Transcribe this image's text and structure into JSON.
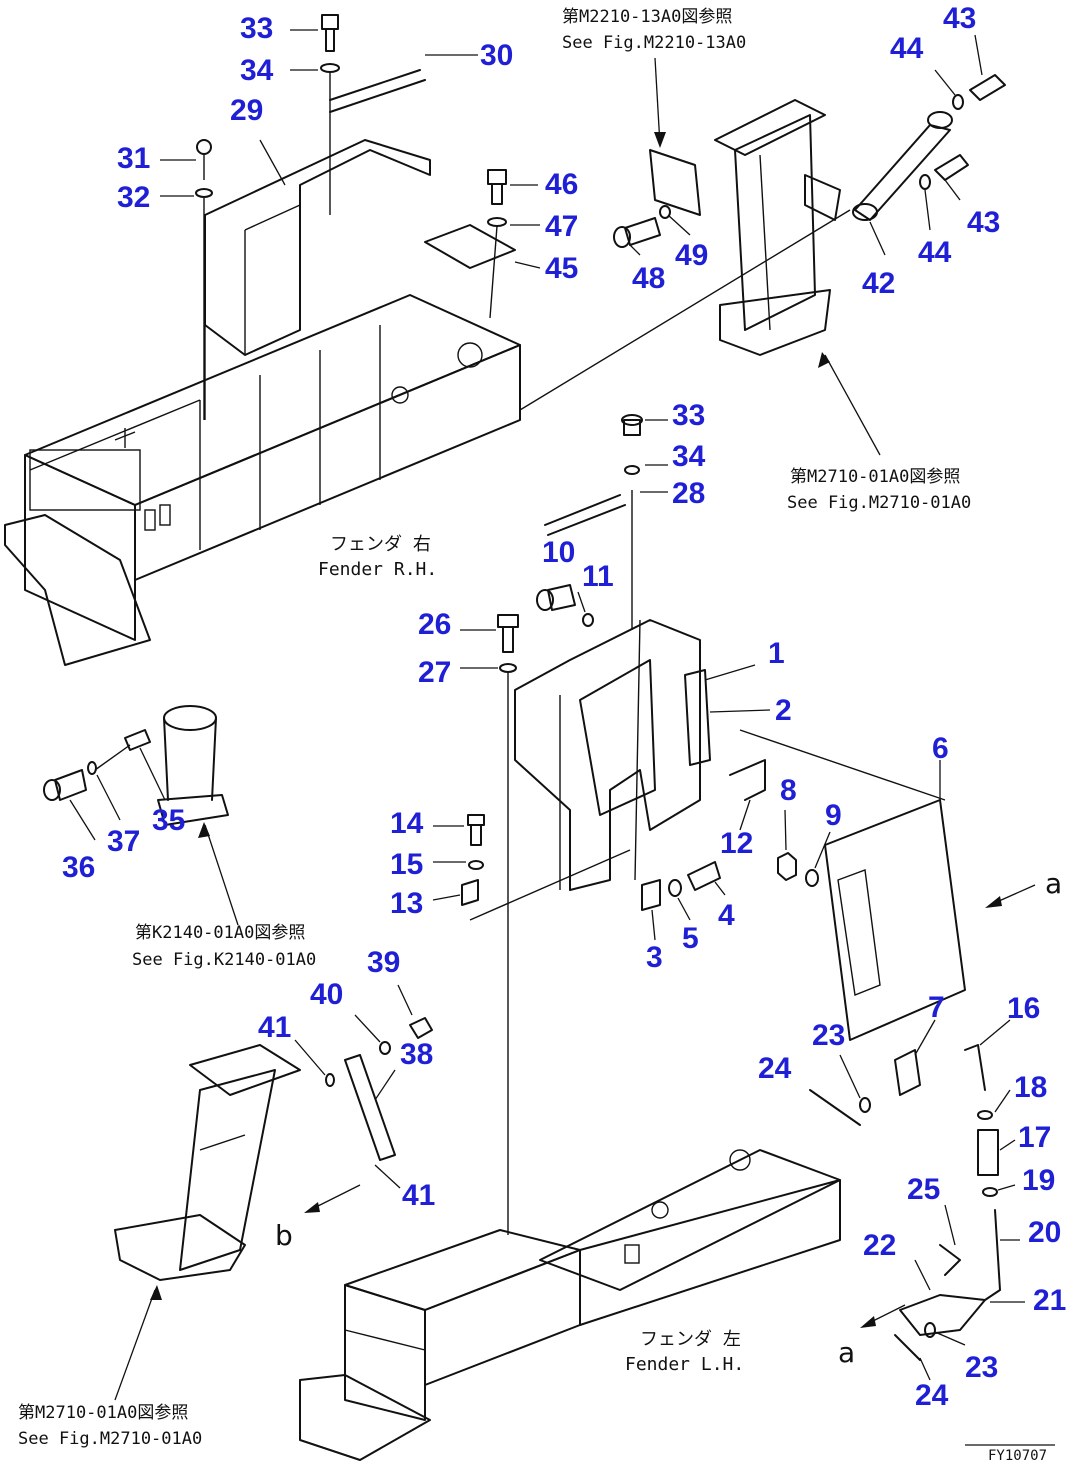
{
  "diagram_code": "FY10707",
  "references": {
    "top_fig_jp": "第M2210-13A0図参照",
    "top_fig_en": "See Fig.M2210-13A0",
    "right_fig_jp": "第M2710-01A0図参照",
    "right_fig_en": "See Fig.M2710-01A0",
    "mid_fig_jp": "第K2140-01A0図参照",
    "mid_fig_en": "See Fig.K2140-01A0",
    "bottom_fig_jp": "第M2710-01A0図参照",
    "bottom_fig_en": "See Fig.M2710-01A0"
  },
  "labels": {
    "fender_rh_jp": "フェンダ 右",
    "fender_rh_en": "Fender R.H.",
    "fender_lh_jp": "フェンダ 左",
    "fender_lh_en": "Fender L.H."
  },
  "arrows": {
    "a": "a",
    "b": "b"
  },
  "callouts": {
    "c1": "1",
    "c2": "2",
    "c3": "3",
    "c4": "4",
    "c5": "5",
    "c6": "6",
    "c7": "7",
    "c8": "8",
    "c9": "9",
    "c10": "10",
    "c11": "11",
    "c12": "12",
    "c13": "13",
    "c14": "14",
    "c15": "15",
    "c16": "16",
    "c17": "17",
    "c18": "18",
    "c19": "19",
    "c20": "20",
    "c21": "21",
    "c22": "22",
    "c23": "23",
    "c24": "24",
    "c25": "25",
    "c26": "26",
    "c27": "27",
    "c28": "28",
    "c29": "29",
    "c30": "30",
    "c31": "31",
    "c32": "32",
    "c33": "33",
    "c34": "34",
    "c35": "35",
    "c36": "36",
    "c37": "37",
    "c38": "38",
    "c39": "39",
    "c40": "40",
    "c41": "41",
    "c42": "42",
    "c43": "43",
    "c44": "44",
    "c45": "45",
    "c46": "46",
    "c47": "47",
    "c48": "48",
    "c49": "49"
  }
}
